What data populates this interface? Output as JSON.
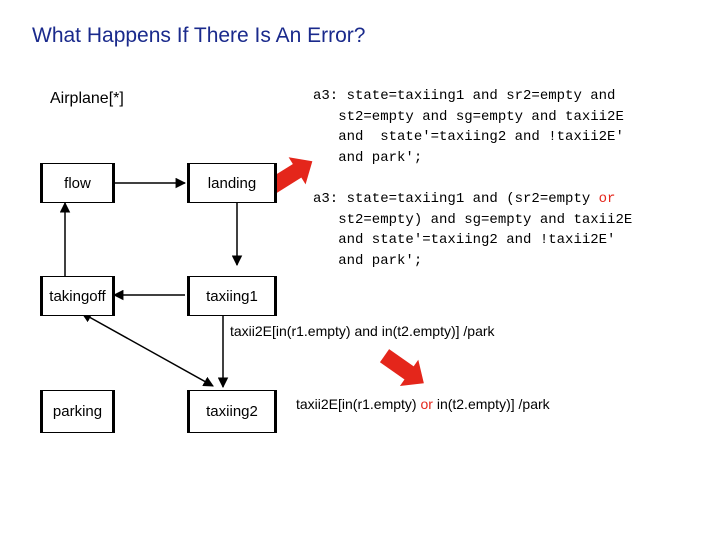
{
  "title": "What Happens If There Is An Error?",
  "statemachine_label": "Airplane[*]",
  "states": {
    "flow": "flow",
    "landing": "landing",
    "takingoff": "takingoff",
    "taxiing1": "taxiing1",
    "parking": "parking",
    "taxiing2": "taxiing2"
  },
  "action_original": {
    "line1": "a3: state=taxiing1 and sr2=empty and",
    "line2": "   st2=empty and sg=empty and taxii2E",
    "line3": "   and  state'=taxiing2 and !taxii2E'",
    "line4": "   and park';"
  },
  "action_error": {
    "line1a": "a3: state=taxiing1 and (sr2=empty ",
    "line1b": "or",
    "line2": "   st2=empty) and sg=empty and taxii2E",
    "line3": "   and state'=taxiing2 and !taxii2E'",
    "line4": "   and park';"
  },
  "transition_original": "taxii2E[in(r1.empty) and in(t2.empty)] /park",
  "transition_error": {
    "part1": "taxii2E[in(r1.empty) ",
    "part2": "or",
    "part3": " in(t2.empty)] /park"
  },
  "colors": {
    "title": "#1a2a8c",
    "highlight": "#e4261b",
    "arrow": "#e4261b"
  }
}
